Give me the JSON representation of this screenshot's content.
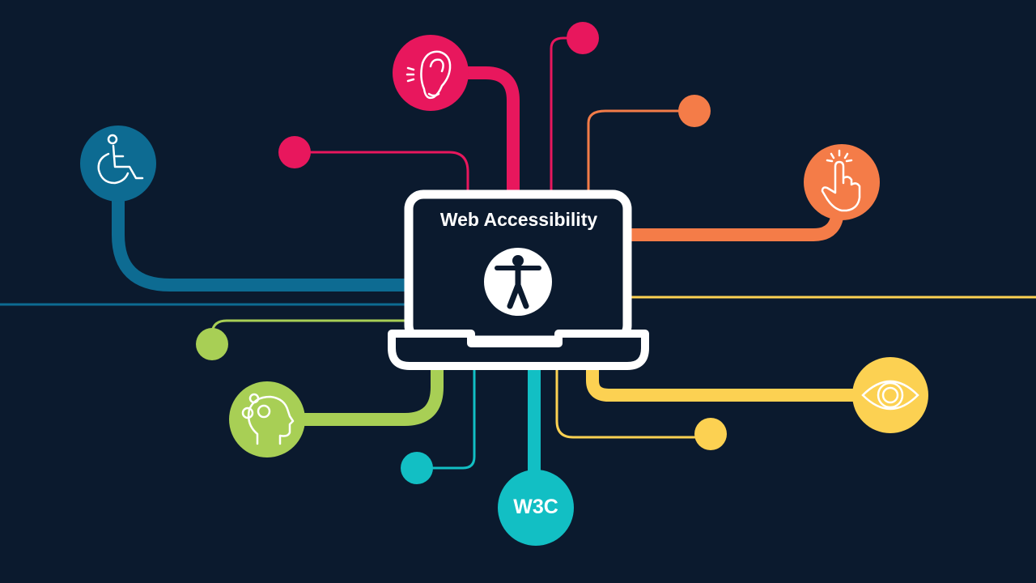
{
  "title": "Web Accessibility",
  "center": {
    "device": "laptop",
    "icon": "universal-access-icon"
  },
  "nodes": [
    {
      "name": "hearing",
      "icon": "ear-icon",
      "color": "#e8175d"
    },
    {
      "name": "mobility",
      "icon": "wheelchair-icon",
      "color": "#0d6b92"
    },
    {
      "name": "motor-interaction",
      "icon": "pointing-hand-icon",
      "color": "#f47c48"
    },
    {
      "name": "vision",
      "icon": "eye-icon",
      "color": "#fcd152"
    },
    {
      "name": "cognitive",
      "icon": "head-gears-icon",
      "color": "#a8cf55"
    },
    {
      "name": "standards",
      "icon": "",
      "label": "W3C",
      "color": "#12bfc4"
    }
  ],
  "w3c_label": "W3C",
  "colors": {
    "background": "#0b1a2e",
    "pink": "#e8175d",
    "blue": "#0d6b92",
    "orange": "#f47c48",
    "yellow": "#fcd152",
    "green": "#a8cf55",
    "teal": "#12bfc4",
    "white": "#ffffff"
  }
}
